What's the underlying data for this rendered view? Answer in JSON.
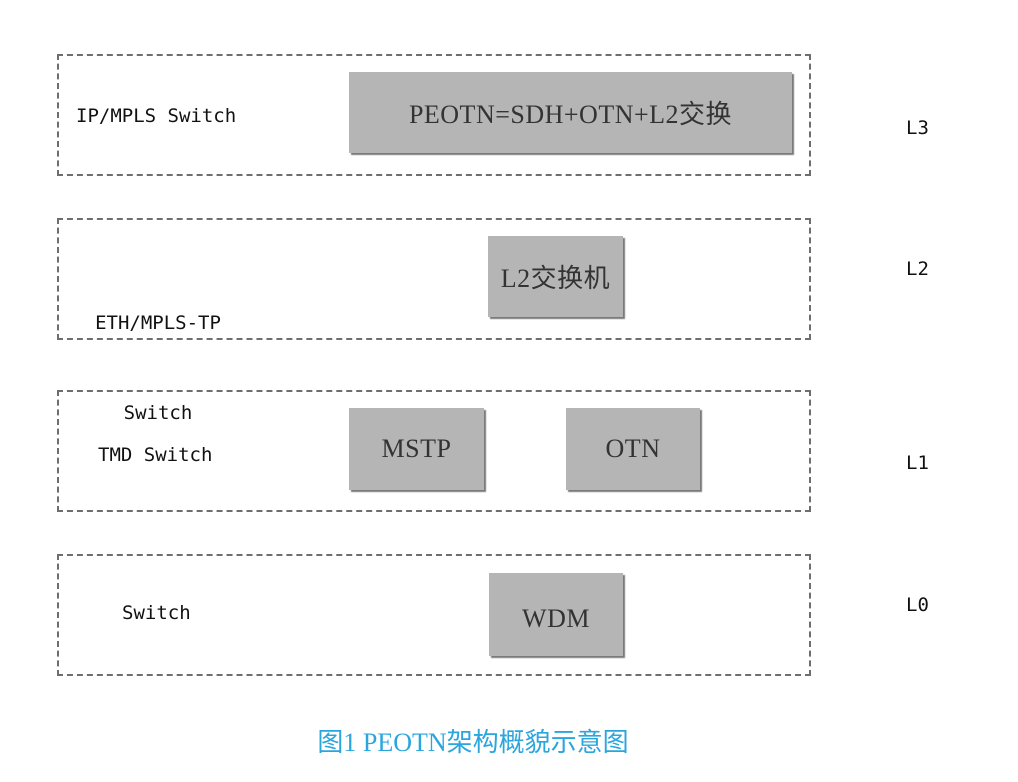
{
  "layers": [
    {
      "label": "IP/MPLS Switch",
      "level": "L3",
      "boxes": [
        "PEOTN=SDH+OTN+L2交换"
      ]
    },
    {
      "label_line1": "ETH/MPLS-TP",
      "label_line2": "Switch",
      "level": "L2",
      "boxes": [
        "L2交换机"
      ]
    },
    {
      "label": "TMD Switch",
      "level": "L1",
      "boxes": [
        "MSTP",
        "OTN"
      ]
    },
    {
      "label": "Switch",
      "level": "L0",
      "boxes": [
        "WDM"
      ]
    }
  ],
  "caption": "图1 PEOTN架构概貌示意图",
  "colors": {
    "dash_border": "#6e6e6e",
    "box_fill": "#b5b5b5",
    "caption": "#2aa6dd"
  }
}
